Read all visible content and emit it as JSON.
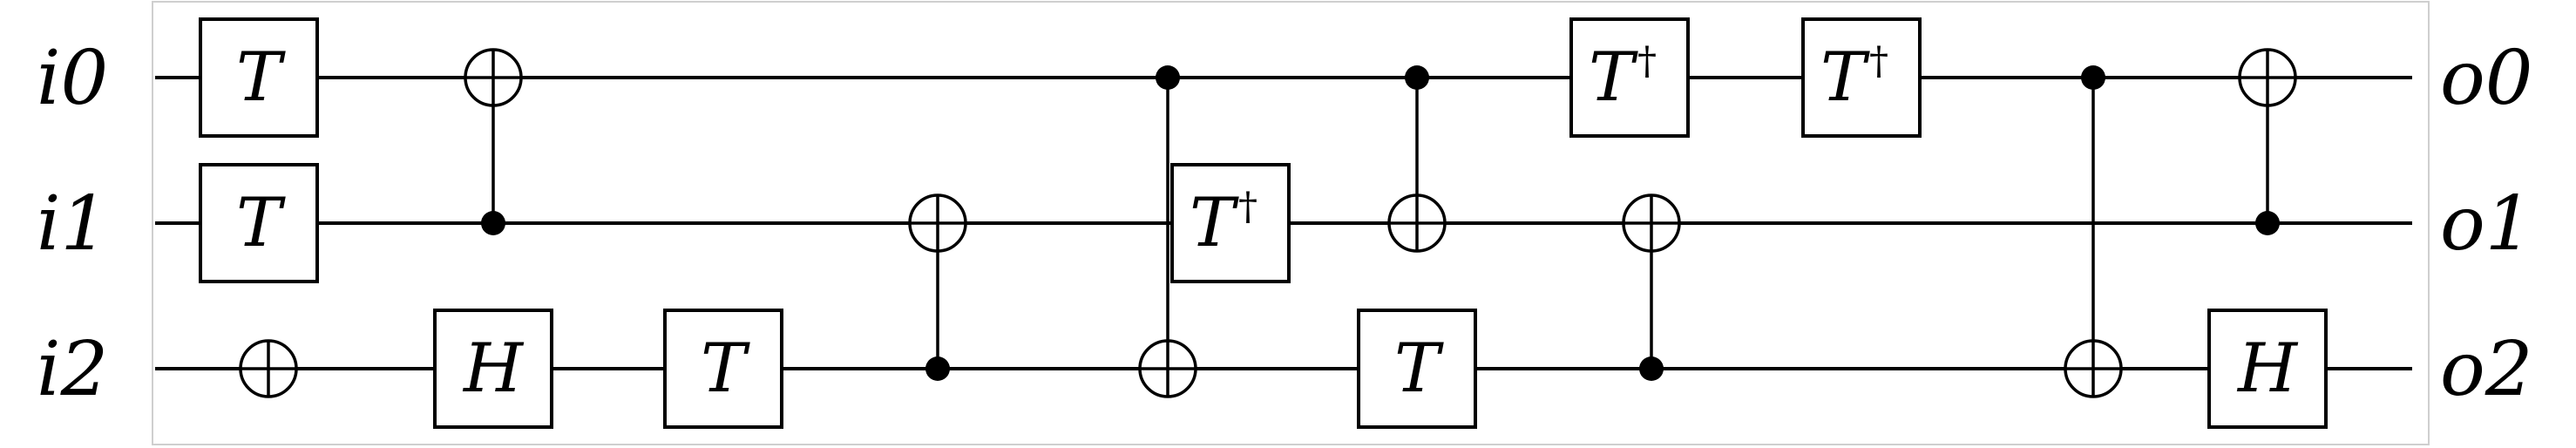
{
  "inputs": [
    "i0",
    "i1",
    "i2"
  ],
  "outputs": [
    "o0",
    "o1",
    "o2"
  ],
  "gates": [
    {
      "kind": "box",
      "label": "T",
      "dagger": false,
      "qubit": 0,
      "col": 0
    },
    {
      "kind": "box",
      "label": "T",
      "dagger": false,
      "qubit": 1,
      "col": 0
    },
    {
      "kind": "cnot",
      "control": 1,
      "target": 0,
      "col": 1
    },
    {
      "kind": "not",
      "target": 2,
      "col": 2
    },
    {
      "kind": "box",
      "label": "H",
      "dagger": false,
      "qubit": 2,
      "col": 3
    },
    {
      "kind": "box",
      "label": "T",
      "dagger": false,
      "qubit": 2,
      "col": 4
    },
    {
      "kind": "cnot",
      "control": 2,
      "target": 1,
      "col": 5
    },
    {
      "kind": "cnot",
      "control": 0,
      "target": 2,
      "col": 6
    },
    {
      "kind": "box",
      "label": "T",
      "dagger": true,
      "qubit": 1,
      "col": 7
    },
    {
      "kind": "cnot",
      "control": 0,
      "target": 1,
      "col": 8
    },
    {
      "kind": "box",
      "label": "T",
      "dagger": false,
      "qubit": 2,
      "col": 8
    },
    {
      "kind": "box",
      "label": "T",
      "dagger": true,
      "qubit": 0,
      "col": 9
    },
    {
      "kind": "cnot",
      "control": 2,
      "target": 1,
      "col": 10
    },
    {
      "kind": "box",
      "label": "T",
      "dagger": true,
      "qubit": 0,
      "col": 11
    },
    {
      "kind": "cnot",
      "control": 0,
      "target": 2,
      "col": 12
    },
    {
      "kind": "cnot",
      "control": 1,
      "target": 0,
      "col": 13
    },
    {
      "kind": "box",
      "label": "H",
      "dagger": false,
      "qubit": 2,
      "col": 13
    }
  ]
}
